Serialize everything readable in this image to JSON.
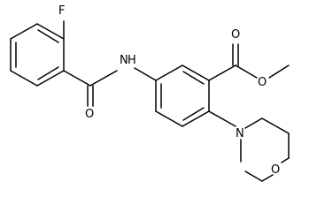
{
  "molecule": {
    "atoms": {
      "fluorine": "F",
      "amide_nitrogen": "N",
      "amide_hydrogen": "H",
      "amide_oxygen": "O",
      "carbonyl_oxygen": "O",
      "ester_oxygen": "O",
      "morpholine_nitrogen": "N",
      "morpholine_oxygen": "O"
    }
  }
}
